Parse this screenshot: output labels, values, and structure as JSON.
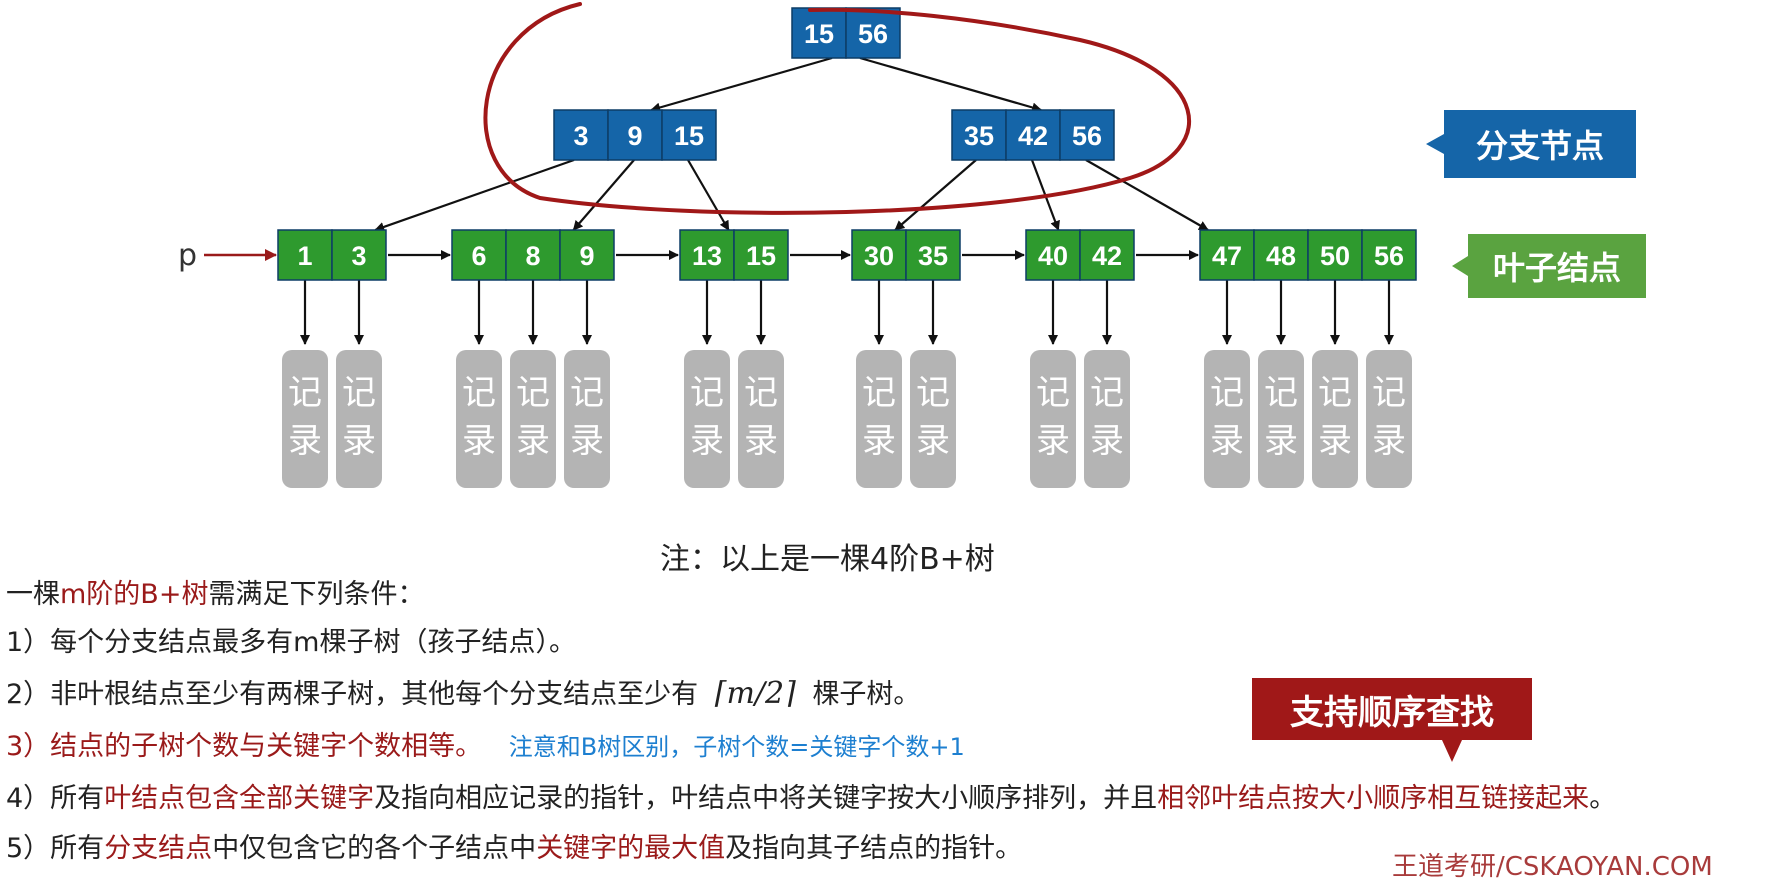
{
  "tree": {
    "root": [
      "15",
      "56"
    ],
    "branches": [
      [
        "3",
        "9",
        "15"
      ],
      [
        "35",
        "42",
        "56"
      ]
    ],
    "leaves": [
      [
        "1",
        "3"
      ],
      [
        "6",
        "8",
        "9"
      ],
      [
        "13",
        "15"
      ],
      [
        "30",
        "35"
      ],
      [
        "40",
        "42"
      ],
      [
        "47",
        "48",
        "50",
        "56"
      ]
    ],
    "record_label": [
      "记",
      "录"
    ],
    "pointer_label": "p"
  },
  "callouts": {
    "branch": "分支节点",
    "leaf": "叶子结点",
    "seq": "支持顺序查找"
  },
  "caption": "注：以上是一棵4阶B+树",
  "intro": [
    "一棵",
    "m阶的B+树",
    "需满足下列条件："
  ],
  "conditions": {
    "c1": "1）每个分支结点最多有m棵子树（孩子结点）。",
    "c2_pre": "2）非叶根结点至少有两棵子树，其他每个分支结点至少有",
    "c2_math": "⌈m/2⌉",
    "c2_post": "棵子树。",
    "c3": "3）结点的子树个数与关键字个数相等。",
    "c3_note": "注意和B树区别，子树个数=关键字个数+1",
    "c4": [
      "4）所有",
      "叶结点包含全部关键字",
      "及指向相应记录的指针，叶结点中将关键字按大小顺序排列，并且",
      "相邻叶结点按大小顺序相互链接起来",
      "。"
    ],
    "c5": [
      "5）所有",
      "分支结点",
      "中仅包含它的各个子结点中",
      "关键字的最大值",
      "及指向其子结点的指针。"
    ]
  },
  "watermark": "王道考研/CSKAOYAN.COM",
  "colors": {
    "branch_node": "#1565a8",
    "leaf_node": "#2e9a2e",
    "record": "#b4b4b4",
    "callout_blue": "#1565a8",
    "callout_green": "#5aa340",
    "callout_red": "#a01818",
    "ink_red": "#9a1a1a",
    "note_blue": "#1d7fd0"
  }
}
